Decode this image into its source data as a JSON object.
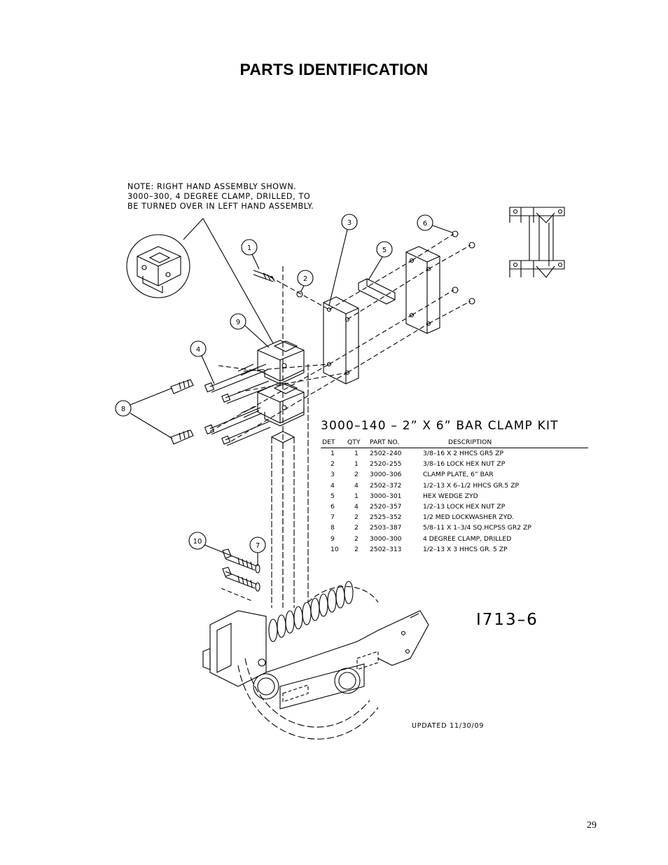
{
  "page": {
    "title": "PARTS IDENTIFICATION",
    "page_number": "29"
  },
  "diagram": {
    "note_lines": [
      "NOTE: RIGHT HAND ASSEMBLY SHOWN.",
      "3000–300, 4 DEGREE CLAMP, DRILLED, TO",
      "BE TURNED OVER IN LEFT HAND ASSEMBLY."
    ],
    "callouts": [
      "1",
      "2",
      "3",
      "4",
      "5",
      "6",
      "7",
      "8",
      "9",
      "10"
    ],
    "drawing_number": "I713–6",
    "updated": "UPDATED 11/30/09"
  },
  "parts_list": {
    "title": "3000–140  –  2”  X  6”  BAR  CLAMP  KIT",
    "headers": [
      "DET",
      "QTY",
      "PART NO.",
      "DESCRIPTION"
    ],
    "rows": [
      [
        "1",
        "1",
        "2502–240",
        "3/8–16 X 2 HHCS GR5 ZP"
      ],
      [
        "2",
        "1",
        "2520–255",
        "3/8–16 LOCK HEX NUT ZP"
      ],
      [
        "3",
        "2",
        "3000–306",
        "CLAMP PLATE, 6” BAR"
      ],
      [
        "4",
        "4",
        "2502–372",
        "1/2–13 X 6–1/2 HHCS GR.5 ZP"
      ],
      [
        "5",
        "1",
        "3000–301",
        "HEX WEDGE ZYD"
      ],
      [
        "6",
        "4",
        "2520–357",
        "1/2–13 LOCK HEX NUT ZP"
      ],
      [
        "7",
        "2",
        "2525–352",
        "1/2 MED LOCKWASHER ZYD."
      ],
      [
        "8",
        "2",
        "2503–387",
        "5/8–11 X 1–3/4 SQ.HCPSS GR2 ZP"
      ],
      [
        "9",
        "2",
        "3000–300",
        "4 DEGREE CLAMP, DRILLED"
      ],
      [
        "10",
        "2",
        "2502–313",
        "1/2–13 X 3 HHCS GR. 5 ZP"
      ]
    ]
  }
}
